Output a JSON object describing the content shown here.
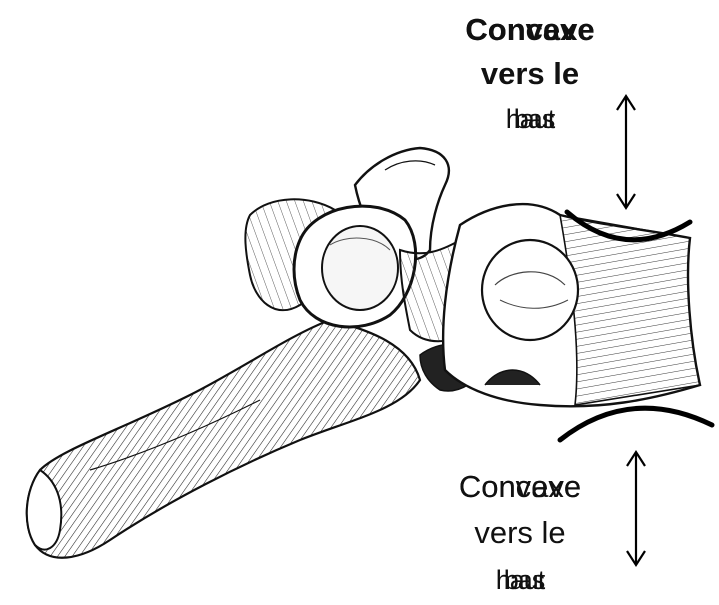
{
  "top_label": {
    "word1_a": "Convexe",
    "word1_b": "Concave",
    "line2": "vers le",
    "word3_a": "haut",
    "word3_b": "bas"
  },
  "bottom_label": {
    "word1_a": "Convexe",
    "word1_b": "Concave",
    "line2": "vers le",
    "word3_a": "haut",
    "word3_b": "bas"
  }
}
